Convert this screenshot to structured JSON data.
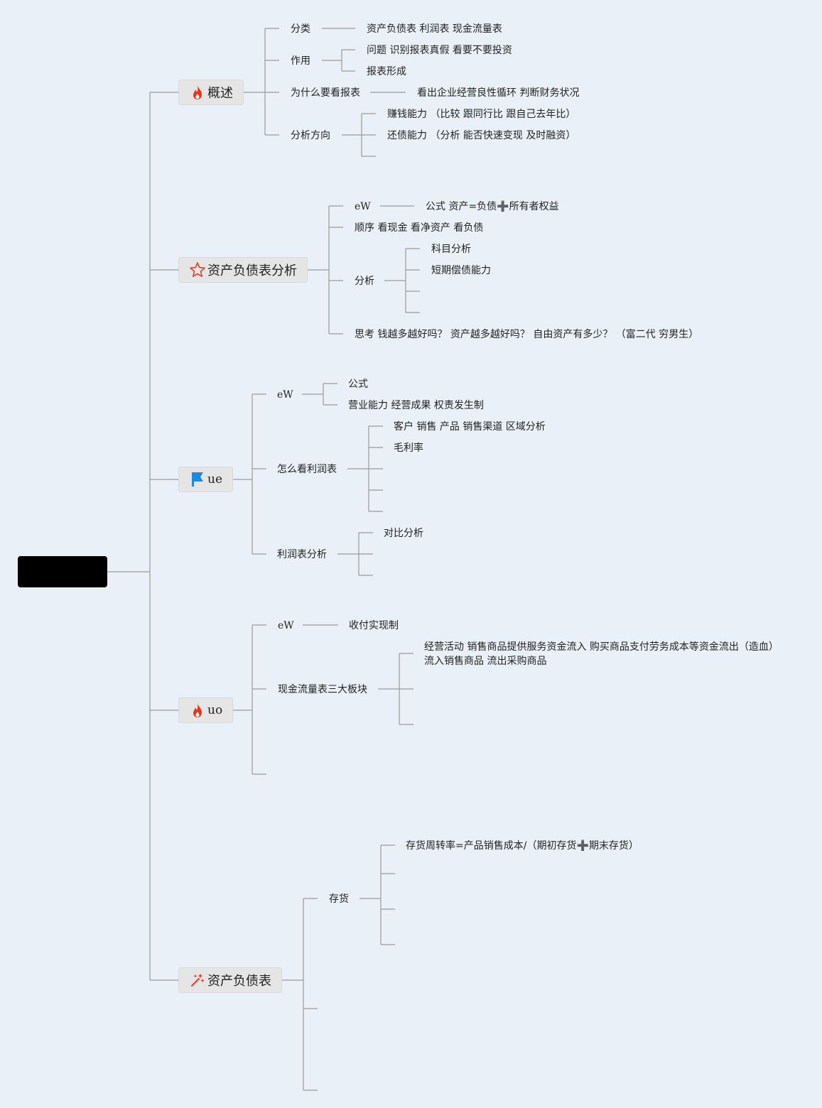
{
  "overview": {
    "title": "概述",
    "fenlei": "分类",
    "fenlei_val": "资产负债表 利润表 现金流量表",
    "zuoyong": "作用",
    "zuoyong_a": "问题 识别报表真假 看要不要投资",
    "zuoyong_b": "报表形成",
    "why": "为什么要看报表",
    "why_val": "看出企业经营良性循环 判断财务状况",
    "direction": "分析方向",
    "dir_a": "赚钱能力 （比较 跟同行比 跟自己去年比）",
    "dir_b": "还债能力 （分析 能否快速变现 及时融资）"
  },
  "balance_analysis": {
    "title": "资产负债表分析",
    "ew": "eW",
    "formula": "公式 资产=负债➕所有者权益",
    "order": "顺序 看现金 看净资产 看负债",
    "analysis": "分析",
    "subject": "科目分析",
    "shortterm": "短期偿债能力",
    "think": "思考 钱越多越好吗？ 资产越多越好吗？ 自由资产有多少？ （富二代 穷男生）"
  },
  "income": {
    "title": "ue",
    "ew": "eW",
    "formula": "公式",
    "capacity": "营业能力 经营成果 权责发生制",
    "how": "怎么看利润表",
    "customer": "客户 销售 产品 销售渠道 区域分析",
    "margin": "毛利率",
    "analysis": "利润表分析",
    "compare": "对比分析"
  },
  "cashflow": {
    "title": "uo",
    "ew": "eW",
    "basis": "收付实现制",
    "three": "现金流量表三大板块",
    "ops_line1": "经营活动 销售商品提供服务资金流入 购买商品支付劳务成本等资金流出（造血）",
    "ops_line2": "流入销售商品 流出采购商品"
  },
  "balance_sheet": {
    "title": "资产负债表",
    "inventory": "存货",
    "turnover": "存货周转率=产品销售成本/（期初存货➕期末存货）"
  },
  "colors": {
    "background": "#e9f0f8",
    "line": "#9a9a9a",
    "main_fill": "#e5e5e5",
    "fire": "#e8341c",
    "star": "#e23b2e",
    "flag": "#1e88e5",
    "root": "#000000"
  },
  "icons": {
    "overview": "fire-icon",
    "balance_analysis": "star-icon",
    "income": "flag-icon",
    "cashflow": "fire-icon",
    "balance_sheet": "magic-wand-icon"
  }
}
